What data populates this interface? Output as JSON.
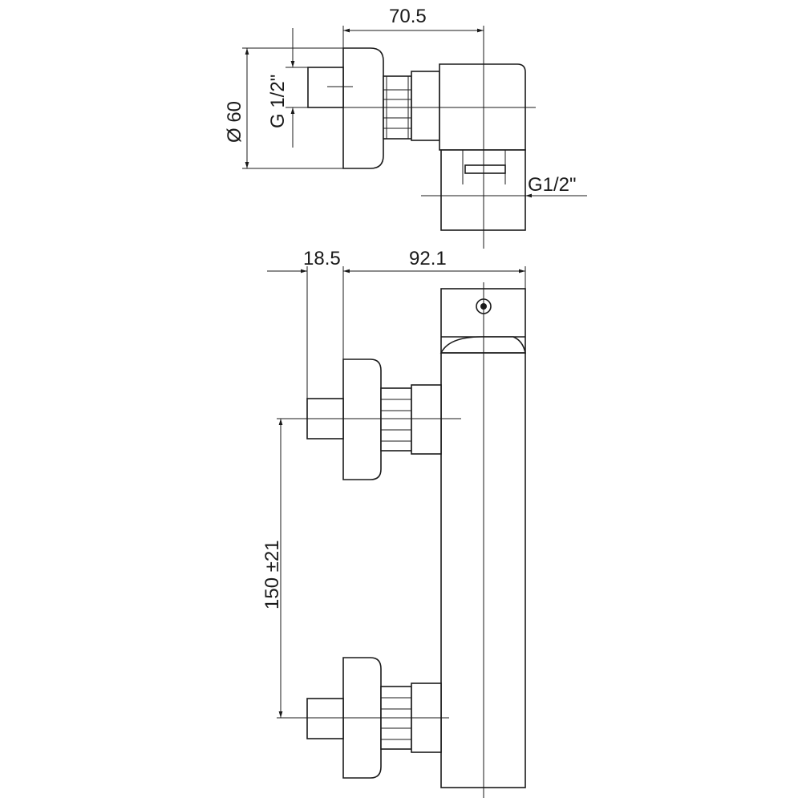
{
  "dimensions": {
    "top_width": "70.5",
    "diameter": "Ø 60",
    "thread_left": "G  1/2\"",
    "thread_right": "G1/2\"",
    "offset_left": "18.5",
    "body_depth": "92.1",
    "center_distance": "150 ±21"
  },
  "colors": {
    "ink": "#1a1a1a",
    "background": "#ffffff"
  }
}
